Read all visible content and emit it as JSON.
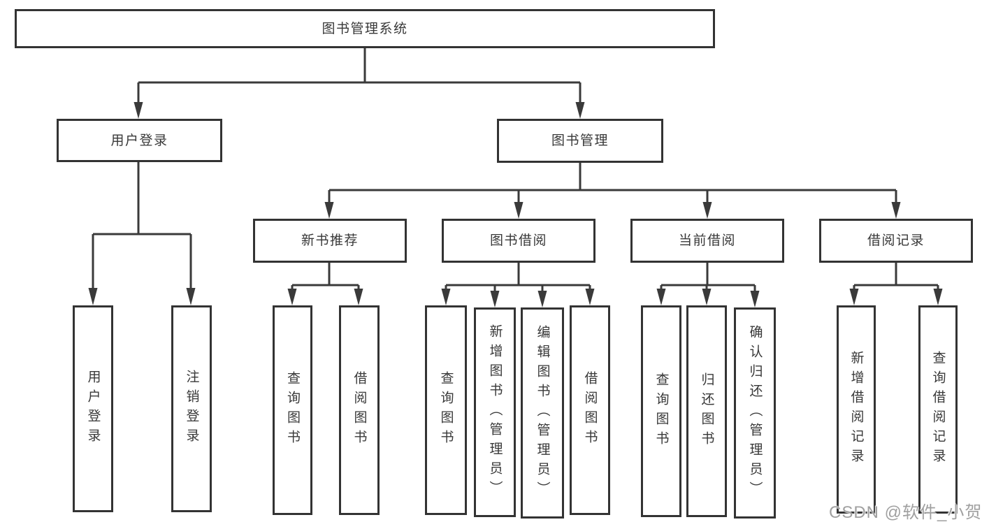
{
  "diagram_title": "图书管理系统",
  "nodes": {
    "root": {
      "label": "图书管理系统"
    },
    "level2": [
      {
        "label": "用户登录"
      },
      {
        "label": "图书管理"
      }
    ],
    "level3": [
      {
        "label": "新书推荐",
        "parent": "图书管理"
      },
      {
        "label": "图书借阅",
        "parent": "图书管理"
      },
      {
        "label": "当前借阅",
        "parent": "图书管理"
      },
      {
        "label": "借阅记录",
        "parent": "图书管理"
      }
    ],
    "leaves": [
      {
        "label": "用户登录",
        "parent": "用户登录"
      },
      {
        "label": "注销登录",
        "parent": "用户登录"
      },
      {
        "label": "查询图书",
        "parent": "新书推荐"
      },
      {
        "label": "借阅图书",
        "parent": "新书推荐"
      },
      {
        "label": "查询图书",
        "parent": "图书借阅"
      },
      {
        "label": "新增图书（管理员）",
        "parent": "图书借阅"
      },
      {
        "label": "编辑图书（管理员）",
        "parent": "图书借阅"
      },
      {
        "label": "借阅图书",
        "parent": "图书借阅"
      },
      {
        "label": "查询图书",
        "parent": "当前借阅"
      },
      {
        "label": "归还图书",
        "parent": "当前借阅"
      },
      {
        "label": "确认归还（管理员）",
        "parent": "当前借阅"
      },
      {
        "label": "新增借阅记录",
        "parent": "借阅记录"
      },
      {
        "label": "查询借阅记录",
        "parent": "借阅记录"
      }
    ]
  },
  "watermark": {
    "text": "CSDN @软件_小贺同学"
  },
  "colors": {
    "line": "#3a3a3a",
    "node_border": "#333333",
    "node_text": "#383838",
    "watermark": "#a0a0a0",
    "background": "#ffffff"
  }
}
